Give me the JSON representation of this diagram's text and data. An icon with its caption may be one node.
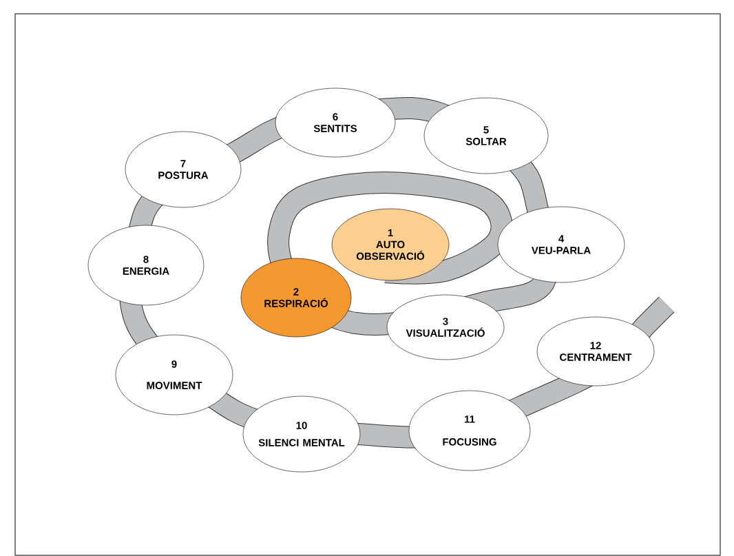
{
  "diagram": {
    "nodes": [
      {
        "text": [
          "1",
          "AUTO OBSERVACIÓ"
        ]
      },
      {
        "text": [
          "2",
          "RESPIRACIÓ"
        ]
      },
      {
        "text": [
          "3",
          "VISUALITZACIÓ"
        ]
      },
      {
        "text": [
          "4",
          "VEU-PARLA"
        ]
      },
      {
        "text": [
          "5",
          "SOLTAR"
        ]
      },
      {
        "text": [
          "6",
          "SENTITS"
        ]
      },
      {
        "text": [
          "7",
          "POSTURA"
        ]
      },
      {
        "text": [
          "8",
          "ENERGIA"
        ]
      },
      {
        "text": [
          "9",
          "MOVIMENT"
        ]
      },
      {
        "text": [
          "10",
          "SILENCI MENTAL"
        ]
      },
      {
        "text": [
          "11",
          "FOCUSING"
        ]
      },
      {
        "text": [
          "12",
          "CENTRAMENT"
        ]
      }
    ]
  }
}
